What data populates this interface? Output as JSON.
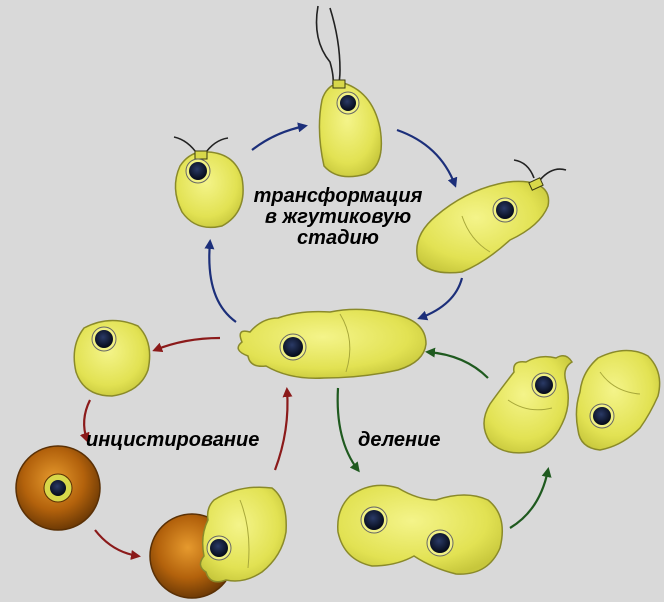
{
  "labels": {
    "transformation": [
      "трансформация",
      "в жгутиковую",
      "стадию"
    ],
    "encystment": "инцистирование",
    "division": "деление"
  },
  "colors": {
    "background": "#d9d9d9",
    "cell_fill": "#e6e65a",
    "cell_stroke": "#8a8a2a",
    "nucleus": "#0b1a3a",
    "cyst_fill": "#b5650d",
    "arrow_blue": "#1c2f7a",
    "arrow_red": "#8b1a1a",
    "arrow_green": "#1f5a1f"
  },
  "icons": {
    "cell": "amoeba-cell-icon",
    "flagellate": "flagellate-cell-icon",
    "cyst": "cyst-icon",
    "arrow": "cycle-arrow-icon"
  }
}
